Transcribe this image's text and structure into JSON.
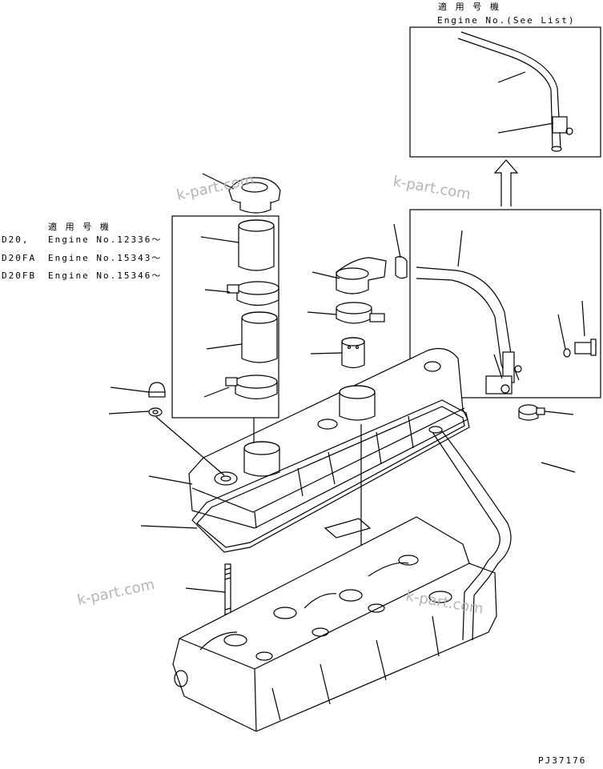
{
  "top_box": {
    "header_jp": "適 用 号 機",
    "header_en": "Engine No.(See List)"
  },
  "left_box": {
    "header_jp": "適 用 号 機",
    "rows": [
      {
        "model": "D20,",
        "engine": "Engine No.12336～"
      },
      {
        "model": "D20FA",
        "engine": "Engine No.15343～"
      },
      {
        "model": "D20FB",
        "engine": "Engine No.15346～"
      }
    ]
  },
  "watermarks": [
    "k-part.com",
    "k-part.com",
    "k-part.com",
    "k-part.com"
  ],
  "drawing_code": "PJ37176"
}
